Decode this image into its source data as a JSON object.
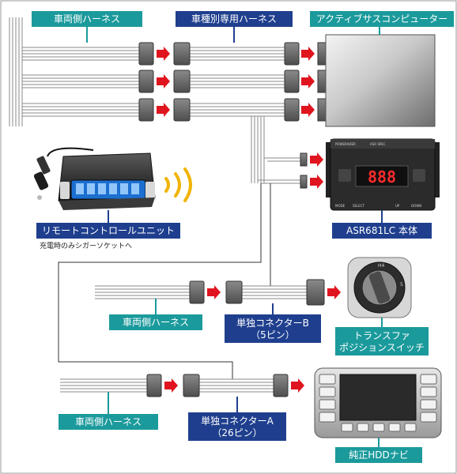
{
  "labels": {
    "vehicle_harness_top": "車両側ハーネス",
    "vehicle_specific_harness": "車種別専用ハーネス",
    "active_suspension_computer": "アクティブサスコンピューター",
    "remote_control_unit": "リモートコントロールユニット",
    "charging_note": "充電時のみシガーソケットへ",
    "asr_unit": "ASR681LC 本体",
    "vehicle_harness_mid": "車両側ハーネス",
    "connector_b": [
      "単独コネクターB",
      "（5ピン）"
    ],
    "transfer_switch": [
      "トランスファ",
      "ポジションスイッチ"
    ],
    "vehicle_harness_bottom": "車両側ハーネス",
    "connector_a": [
      "単独コネクターA",
      "（26ピン）"
    ],
    "oem_hdd_navi": "純正HDDナビ"
  },
  "device_text": {
    "asr_display": "888",
    "asr_brand": "POWERADER",
    "asr_model": "ASR SPEC",
    "asr_buttons": [
      "MODE",
      "SELECT",
      "UP",
      "DOWN"
    ],
    "switch_positions": [
      "H4",
      "5"
    ]
  },
  "colors": {
    "label_teal": "#1b9a9c",
    "label_navy": "#1f3f8e",
    "arrow_red": "#e0141e",
    "wire_gray": "#8a8a8a",
    "connector_gray": "#6e6e6e"
  }
}
